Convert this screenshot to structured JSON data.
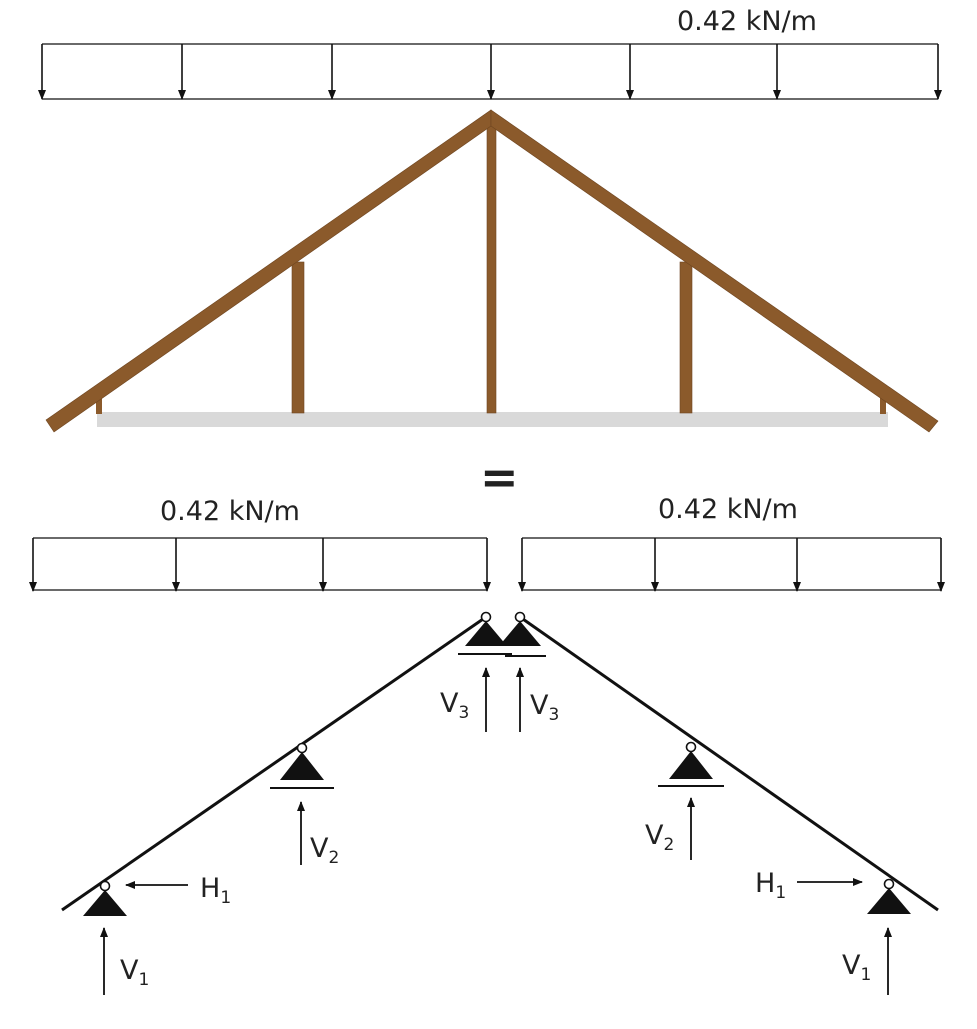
{
  "top_load": {
    "value": "0.42 kN/m"
  },
  "equals": "=",
  "left_load": {
    "value": "0.42 kN/m"
  },
  "right_load": {
    "value": "0.42 kN/m"
  },
  "reactions": {
    "v1": {
      "base": "V",
      "sub": "1"
    },
    "h1": {
      "base": "H",
      "sub": "1"
    },
    "v2": {
      "base": "V",
      "sub": "2"
    },
    "v3": {
      "base": "V",
      "sub": "3"
    }
  },
  "colors": {
    "timber": "#8B5A2B",
    "timber_edge": "#6E4520",
    "ceiling": "#D9D9D9",
    "line": "#111111"
  }
}
